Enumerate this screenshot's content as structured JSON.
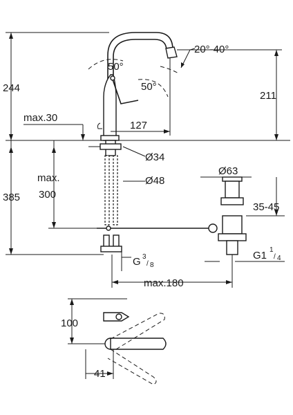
{
  "dimensions": {
    "total_height": "244",
    "spout_height": "211",
    "lever_angle_top": "50°",
    "lever_angle_side": "50°",
    "swivel_range": "20°-40°",
    "deck_thickness_max": "max.30",
    "spout_reach": "127",
    "hole_diameter": "Ø34",
    "base_diameter": "Ø48",
    "hose_length": "385",
    "max_depth": "max.",
    "max_depth_value": "300",
    "waste_diameter": "Ø63",
    "waste_adjust": "35-45",
    "connection_label": "G",
    "connection_num": "3",
    "connection_den": "8",
    "waste_thread_label": "G1",
    "waste_thread_num": "1",
    "waste_thread_den": "4",
    "max_reach": "max.180",
    "plan_depth": "100",
    "plan_offset": "41"
  }
}
